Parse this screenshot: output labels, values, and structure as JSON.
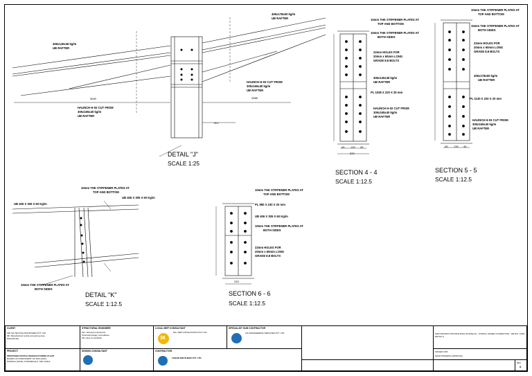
{
  "details": {
    "j": {
      "title": "DETAIL \"J\"",
      "scale": "SCALE 1:25"
    },
    "k": {
      "title": "DETAIL \"K\"",
      "scale": "SCALE 1:12.5"
    },
    "s44": {
      "title": "SECTION 4 - 4",
      "scale": "SCALE 1:12.5"
    },
    "s55": {
      "title": "SECTION 5 - 5",
      "scale": "SCALE 1:12.5"
    },
    "s66": {
      "title": "SECTION 6 - 6",
      "scale": "SCALE 1:12.5"
    }
  },
  "annotations": {
    "j_rafter_left": "406x140x46 kg/m",
    "j_rafter_left2": "UB RAFTER",
    "j_rafter_right": "406x178x60 kg/m",
    "j_rafter_right2": "UB RAFTER",
    "j_haunch_left": "HAUNCH H-02 CUT FROM",
    "j_haunch_left2": "305x165x40 kg/m",
    "j_haunch_left3": "UB RAFTER",
    "j_haunch_right": "HAUNCH H-03 CUT FROM",
    "j_haunch_right2": "305x165x40 kg/m",
    "j_haunch_right3": "UB RAFTER",
    "j_dim_left": "3000",
    "j_dim_right": "3385",
    "j_level": "+8.1",
    "s44_a": "10mm THK STIFFENER PLATES AT",
    "s44_b": "TOP AND BOTTOM",
    "s44_c": "10mm THK STIFFENER PLATES AT",
    "s44_d": "BOTH SIDES",
    "s44_e": "22mm HOLES FOR",
    "s44_f": "20mm x 60mm LONG",
    "s44_g": "GRADE 8.8 BOLTS",
    "s44_h": "406x140x46 kg/m",
    "s44_i": "UB RAFTER",
    "s44_j": "PL 1028 X 220 X 25 mm",
    "s44_k": "HAUNCH H-02 CUT FROM",
    "s44_l": "305x165x40 kg/m",
    "s44_m": "UB RAFTER",
    "s44_w1": "45",
    "s44_w2": "130",
    "s44_w3": "45",
    "s44_w4": "220",
    "s55_a": "10mm THK STIFFENER PLATES AT",
    "s55_b": "TOP AND BOTTOM",
    "s55_c": "10mm THK STIFFENER PLATES AT",
    "s55_d": "BOTH SIDES",
    "s55_e": "22mm HOLES FOR",
    "s55_f": "20mm x 60mm LONG",
    "s55_g": "GRADE 8.8 BOLTS",
    "s55_h": "406x178x60 kg/m",
    "s55_i": "UB RAFTER",
    "s55_j": "PL 1130 X 220 X 20 mm",
    "s55_k": "HAUNCH H-03 CUT FROM",
    "s55_l": "305x165x40 kg/m",
    "s55_m": "UB RAFTER",
    "s55_w1": "45",
    "s55_w2": "130",
    "s55_w3": "45",
    "k_a": "10mm THK STIFFENER PLATES AT",
    "k_b": "TOP AND BOTTOM",
    "k_c": "UB 406 X 305 X 60 Kg/m",
    "k_d": "UB 406 X 305 X 60 Kg/m",
    "k_e": "10mm THK STIFFENER PLATES AT",
    "k_f": "BOTH SIDES",
    "s66_a": "10mm THK STIFFENER PLATES AT",
    "s66_b": "TOP AND BOTTOM",
    "s66_c": "PL 580 X 230 X 20 mm",
    "s66_d": "UB 406 X 305 X 60 Kg/m",
    "s66_e": "10mm THK STIFFENER PLATES AT",
    "s66_f": "BOTH SIDES",
    "s66_g": "22mm HOLES FOR",
    "s66_h": "20mm x 60mm LONG",
    "s66_i": "GRADE 8.8 BOLTS",
    "s66_w": "230"
  },
  "titleblock": {
    "client_h": "CLIENT",
    "client_1": "SRI SAI TEXTILE INDUSTRIES PVT. LTD.",
    "client_2": "Mfr. Manufacturer textile processing area,",
    "client_3": "Nairobi/India",
    "struct_h": "STRUCTURAL ENGINEER",
    "struct_1": "Mrs. Structures Structural",
    "struct_2": "Structural Design Consultants",
    "struct_3": "Mrs Jane Consultants",
    "local_h": "LOCAL MEP CONSULTANT",
    "local_1": "M/s. MEP CONSULTANTS PVT LTD",
    "special_h": "SPECIALIST SUB CONTRACTOR",
    "special_1": "CW ENGINEERING SERVICES PVT. LTD",
    "project_h": "PROJECT",
    "project_1": "PROPOSED TEXTILE MANUFACTURING PLANT",
    "project_2": "BOARD OF INVESTMENT OF SRI LANKA",
    "project_3": "PANNALA ZONE, KURUNEGALA, SRI LANKA",
    "design_h": "DESIGN CONSULTANT",
    "contractor_h": "CONTRACTOR",
    "contractor_1": "TABANI BROTHERS PVT. LTD.",
    "drawing_title": "MAIN PRODUCTION BUILDING (PHASE 01) - PORTAL FRAME CONNECTION - DETAIL J AND DETAIL K",
    "issued_for": "ISSUED FOR",
    "issued_val": "SHOP DRAWING APPROVAL",
    "rev_h": "REV",
    "rev_v": "A",
    "seal_text": "36"
  },
  "colors": {
    "line": "#000000",
    "logo_yellow": "#f2b705",
    "logo_blue": "#1e6fb5"
  }
}
